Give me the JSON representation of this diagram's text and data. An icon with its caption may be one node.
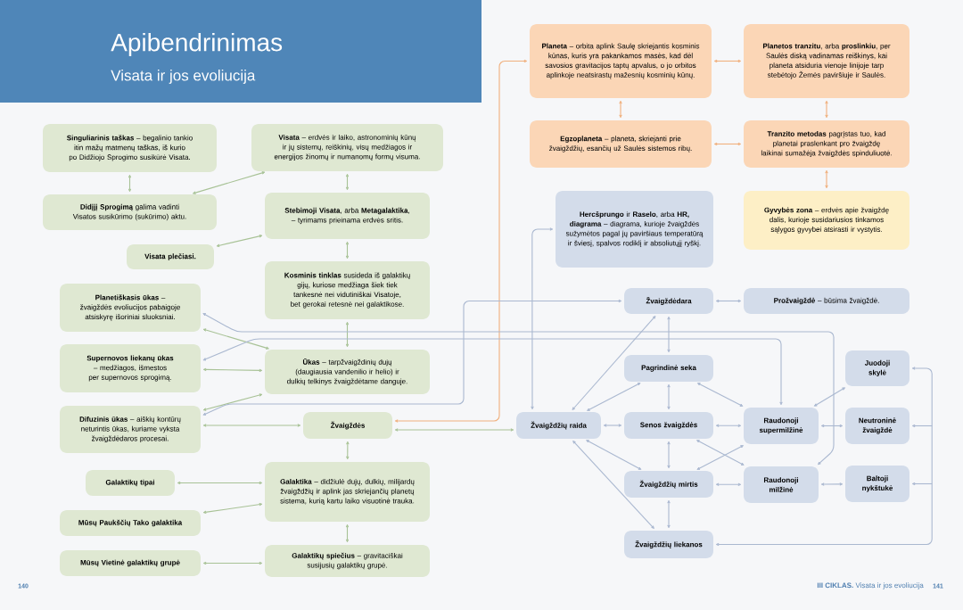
{
  "diagram": {
    "title": "Apibendrinimas",
    "nodes": [
      {
        "text": [
          "**Singuliarinis taškas** – begalinio tankio itin mažų matmenų taškas, iš kurio po Didžiojo Sprogimo susikūrė Visata."
        ]
      },
      {
        "text": [
          "**Didįjį Sprogimą** galima vadinti Visatos susikūrimo (sukūrimo) aktu."
        ]
      },
      {
        "text": [
          "Visata plečiasi."
        ]
      },
      {
        "text": [
          "**Visata** – erdvės ir laiko, astronominių kūnų ir jų sistemų, reiškinių, visų medžiagos ir energijos žinomų ir numanomų formų visuma."
        ]
      },
      {
        "text": [
          "**Stebimoji Visata**, arba **Metagalaktika**, – tyrimams prieinama erdvės sritis."
        ]
      },
      {
        "text": [
          "**Kosminis tinklas** susideda iš galaktikų gijų, kuriose medžiaga šiek tiek tankesnė nei vidutiniškai Visatoje, bet gerokai retesnė nei galaktikose."
        ]
      },
      {
        "text": [
          "**Planetiškasis ūkas** – žvaigždės evoliucijos pabaigoje atsiskyrę išoriniai sluoksniai."
        ]
      },
      {
        "text": [
          "**Supernovos liekanų ūkas** – medžiagos, išmestos per supernovos sprogimą."
        ]
      },
      {
        "text": [
          "**Difuzinis ūkas** – aiškių kontūrų neturintis ūkas, kuriame vyksta žvaigždėdaros procesai."
        ]
      },
      {
        "text": [
          "**Ūkas** – tarpžvaigždinių dujų (daugiausia vandenilio ir helio) ir dulkių telkinys žvaigždėtame danguje."
        ]
      },
      {
        "text": [
          "Žvaigždės"
        ]
      },
      {
        "text": [
          "Galaktikų tipai"
        ]
      },
      {
        "text": [
          "Mūsų Paukščių Tako galaktika"
        ]
      },
      {
        "text": [
          "**Galaktika** – didžiulė dujų, dulkių, milijardų žvaigždžių ir aplink jas skriejančių planetų sistema, kurią kartu laiko visuotinė trauka."
        ]
      },
      {
        "text": [
          "Mūsų Vietinė galaktikų grupė"
        ]
      },
      {
        "text": [
          "**Galaktikų spiečius** – gravitaciškai susijusių galaktikų grupė."
        ]
      },
      {
        "text": [
          "**Planeta** – orbita aplink Saulę skriejantis kosminis kūnas, kuris yra pakankamos masės, kad dėl savosios gravitacijos taptų apvalus, o jo orbitos aplinkoje neatsirastų mažesnių kosminių kūnų."
        ]
      },
      {
        "text": [
          "**Planetos tranzitu**, arba **proslinkiu**, per Saulės diską vadinamas reiškinys, kai planeta atsiduria vienoje linijoje tarp stebėtojo Žemės paviršiuje ir Saulės."
        ]
      },
      {
        "text": [
          "**Egzoplaneta** – planeta, skriejanti prie žvaigždžių, esančių už Saulės sistemos ribų."
        ]
      },
      {
        "text": [
          "**Tranzito metodas** pagrįstas tuo, kad planetai praslenkant pro žvaigždę laikinai sumažėja žvaigždės spinduliuotė."
        ]
      },
      {
        "text": [
          "**Hercšprungo** ir **Raselo**, arba **HR, diagrama** – diagrama, kurioje žvaigždės sužymėtos pagal jų paviršiaus temperatūrą ir šviesį, spalvos rodiklį ir absoliutųjį ryškį."
        ]
      },
      {
        "text": [
          "**Gyvybės zona** – erdvės apie žvaigždę dalis, kurioje susidariusios tinkamos sąlygos gyvybei atsirasti ir vystytis."
        ]
      },
      {
        "text": [
          "Žvaigždėdara"
        ]
      },
      {
        "text": [
          "**Prožvaigždė** – būsima žvaigždė."
        ]
      },
      {
        "text": [
          "Pagrindinė seka"
        ]
      },
      {
        "text": [
          "Žvaigždžių raida"
        ]
      },
      {
        "text": [
          "Senos žvaigždės"
        ]
      },
      {
        "text": [
          "Žvaigždžių mirtis"
        ]
      },
      {
        "text": [
          "Žvaigždžių liekanos"
        ]
      },
      {
        "text": [
          "Raudonoji supermilžinė"
        ]
      },
      {
        "text": [
          "Raudonoji milžinė"
        ]
      },
      {
        "text": [
          "Juodoji skylė"
        ]
      },
      {
        "text": [
          "Neutroninė žvaigždė"
        ]
      },
      {
        "text": [
          "Baltoji nykštukė"
        ]
      }
    ],
    "edges": [
      {
        "from": 0,
        "to": 1,
        "arrow": "both",
        "color": "#a8c296"
      },
      {
        "from": 1,
        "to": 3,
        "arrow": "both",
        "color": "#a8c296"
      },
      {
        "from": 2,
        "to": 4,
        "arrow": "both",
        "color": "#a8c296"
      },
      {
        "from": 3,
        "to": 4,
        "arrow": "both",
        "color": "#a8c296"
      },
      {
        "from": 4,
        "to": 5,
        "arrow": "both",
        "color": "#a8c296"
      },
      {
        "from": 5,
        "to": 9,
        "arrow": "both",
        "color": "#a8c296"
      },
      {
        "from": 6,
        "to": 9,
        "arrow": "both",
        "color": "#a8c296"
      },
      {
        "from": 7,
        "to": 9,
        "arrow": "both",
        "color": "#a8c296"
      },
      {
        "from": 8,
        "to": 9,
        "arrow": "both",
        "color": "#a8c296"
      },
      {
        "from": 8,
        "to": 10,
        "arrow": "both",
        "color": "#a8c296"
      },
      {
        "from": 10,
        "to": 13,
        "arrow": "both",
        "color": "#a8c296"
      },
      {
        "from": 11,
        "to": 13,
        "arrow": "both",
        "color": "#a8c296"
      },
      {
        "from": 12,
        "to": 13,
        "arrow": "both",
        "color": "#a8c296"
      },
      {
        "from": 13,
        "to": 15,
        "arrow": "both",
        "color": "#a8c296"
      },
      {
        "from": 14,
        "to": 15,
        "arrow": "both",
        "color": "#a8c296"
      },
      {
        "from": 10,
        "to": 25,
        "arrow": "both",
        "color": "#a8c296"
      },
      {
        "from": 10,
        "to": 16,
        "arrow": "both",
        "color": "#f0b07e"
      },
      {
        "from": 16,
        "to": 17,
        "arrow": "both",
        "color": "#f0b07e"
      },
      {
        "from": 16,
        "to": 18,
        "arrow": "both",
        "color": "#f0b07e"
      },
      {
        "from": 17,
        "to": 19,
        "arrow": "both",
        "color": "#f0b07e"
      },
      {
        "from": 18,
        "to": 19,
        "arrow": "both",
        "color": "#f0b07e"
      },
      {
        "from": 19,
        "to": 21,
        "arrow": "both",
        "color": "#f0b07e"
      },
      {
        "from": 8,
        "to": 22,
        "arrow": "both"
      },
      {
        "from": 6,
        "to": 30,
        "arrow": "both"
      },
      {
        "from": 7,
        "to": 29,
        "arrow": "both"
      },
      {
        "from": 20,
        "to": 25,
        "arrow": "both"
      },
      {
        "from": 22,
        "to": 23,
        "arrow": "both"
      },
      {
        "from": 22,
        "to": 24,
        "arrow": "both"
      },
      {
        "from": 22,
        "to": 25,
        "arrow": "both"
      },
      {
        "from": 24,
        "to": 25,
        "arrow": "both"
      },
      {
        "from": 25,
        "to": 26,
        "arrow": "both"
      },
      {
        "from": 25,
        "to": 27,
        "arrow": "both"
      },
      {
        "from": 25,
        "to": 28,
        "arrow": "both"
      },
      {
        "from": 24,
        "to": 26,
        "arrow": "both"
      },
      {
        "from": 26,
        "to": 27,
        "arrow": "both"
      },
      {
        "from": 27,
        "to": 28,
        "arrow": "both"
      },
      {
        "from": 24,
        "to": 29,
        "arrow": "both"
      },
      {
        "from": 26,
        "to": 29,
        "arrow": "both"
      },
      {
        "from": 26,
        "to": 30,
        "arrow": "both"
      },
      {
        "from": 27,
        "to": 29,
        "arrow": "both"
      },
      {
        "from": 27,
        "to": 30,
        "arrow": "both"
      },
      {
        "from": 29,
        "to": 31,
        "arrow": "both"
      },
      {
        "from": 29,
        "to": 32,
        "arrow": "both"
      },
      {
        "from": 30,
        "to": 33,
        "arrow": "both"
      },
      {
        "from": 28,
        "to": 31,
        "arrow": "both"
      },
      {
        "from": 28,
        "to": 32,
        "arrow": "both"
      },
      {
        "from": 28,
        "to": 33,
        "arrow": "both"
      }
    ],
    "labels": [
      "Visata ir jos evoliucija",
      "140",
      "**III CIKLAS.** Visata ir jos evoliucija",
      "141"
    ]
  }
}
